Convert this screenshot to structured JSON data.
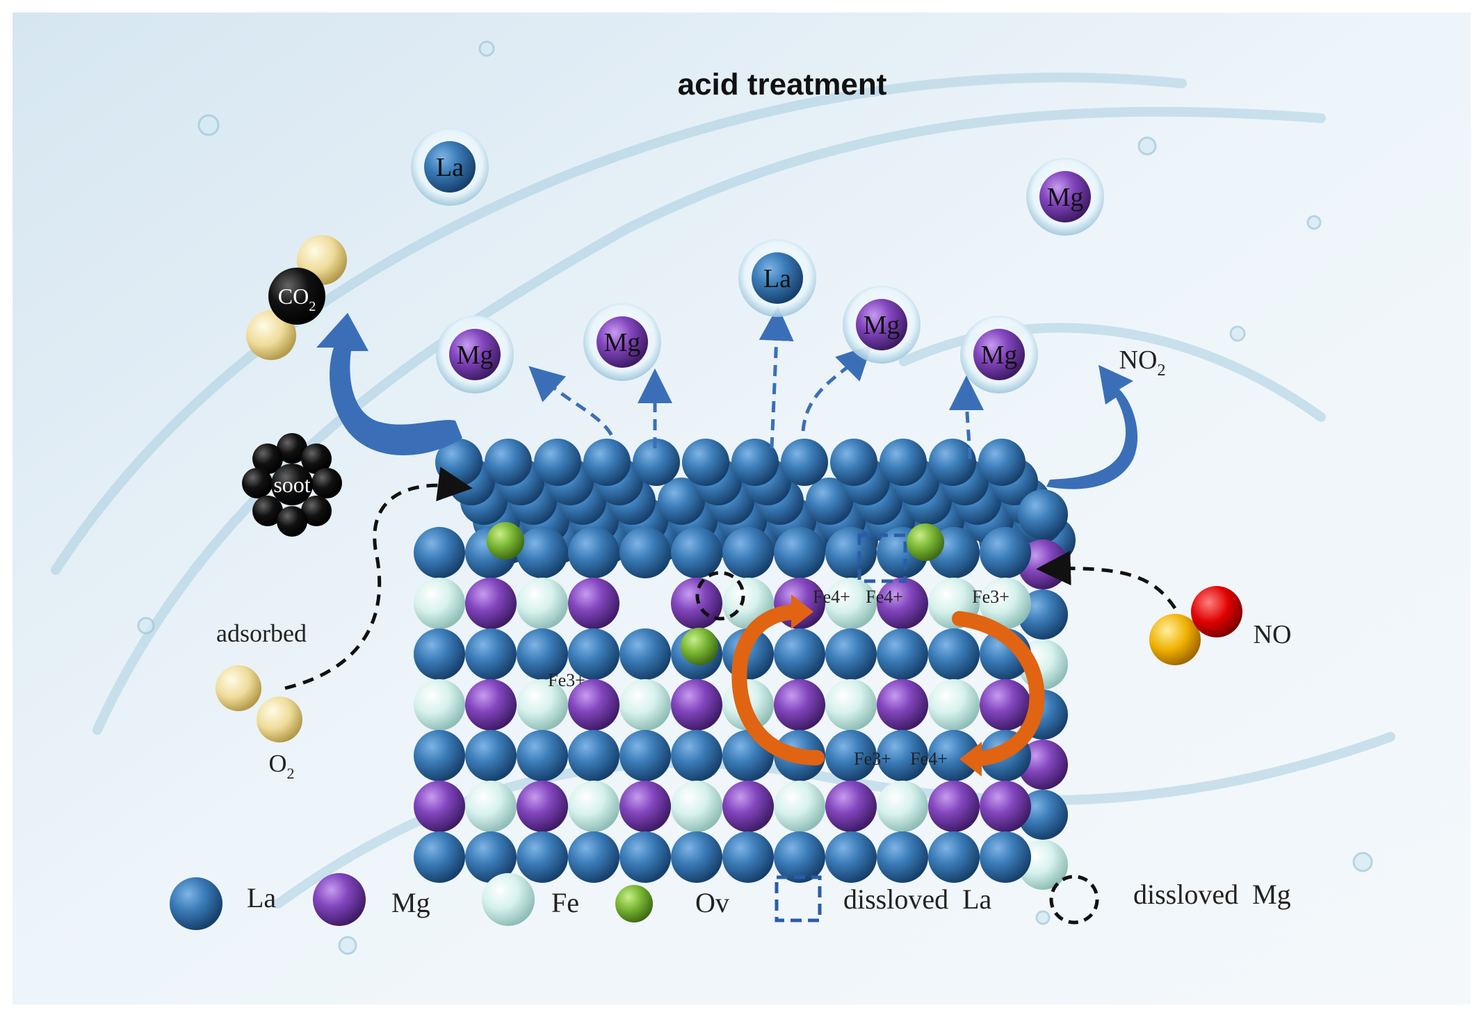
{
  "title": "acid treatment",
  "floating_ions": [
    {
      "symbol": "La",
      "kind": "La"
    },
    {
      "symbol": "Mg",
      "kind": "Mg"
    },
    {
      "symbol": "La",
      "kind": "La"
    },
    {
      "symbol": "Mg",
      "kind": "Mg"
    },
    {
      "symbol": "Mg",
      "kind": "Mg"
    },
    {
      "symbol": "Mg",
      "kind": "Mg"
    },
    {
      "symbol": "Mg",
      "kind": "Mg"
    }
  ],
  "molecules": {
    "co2": "CO2",
    "soot": "soot",
    "adsorbed": "adsorbed",
    "o2": "O2",
    "no2": "NO2",
    "no": "NO"
  },
  "iron_labels": {
    "fe4_a": "Fe4+",
    "fe4_b": "Fe4+",
    "fe3_a": "Fe3+",
    "fe3_b": "Fe3+",
    "fe3_c": "Fe3+",
    "fe4_c": "Fe4+"
  },
  "legend": [
    {
      "key": "La",
      "label": "La"
    },
    {
      "key": "Mg",
      "label": "Mg"
    },
    {
      "key": "Fe",
      "label": "Fe"
    },
    {
      "key": "Ov",
      "label": "Ov"
    },
    {
      "key": "dissolved-la",
      "label": "dissloved  La"
    },
    {
      "key": "dissolved-mg",
      "label": "dissloved  Mg"
    }
  ],
  "colors": {
    "la": "#2f6ea8",
    "mg": "#7d45b8",
    "fe": "#cfeee9",
    "ov": "#78b333",
    "arrow_blue": "#3a6fb7",
    "arrow_orange": "#e06412",
    "o_atom": "#efe0a0",
    "n_atom": "#f2b210",
    "o_red": "#e00000"
  }
}
